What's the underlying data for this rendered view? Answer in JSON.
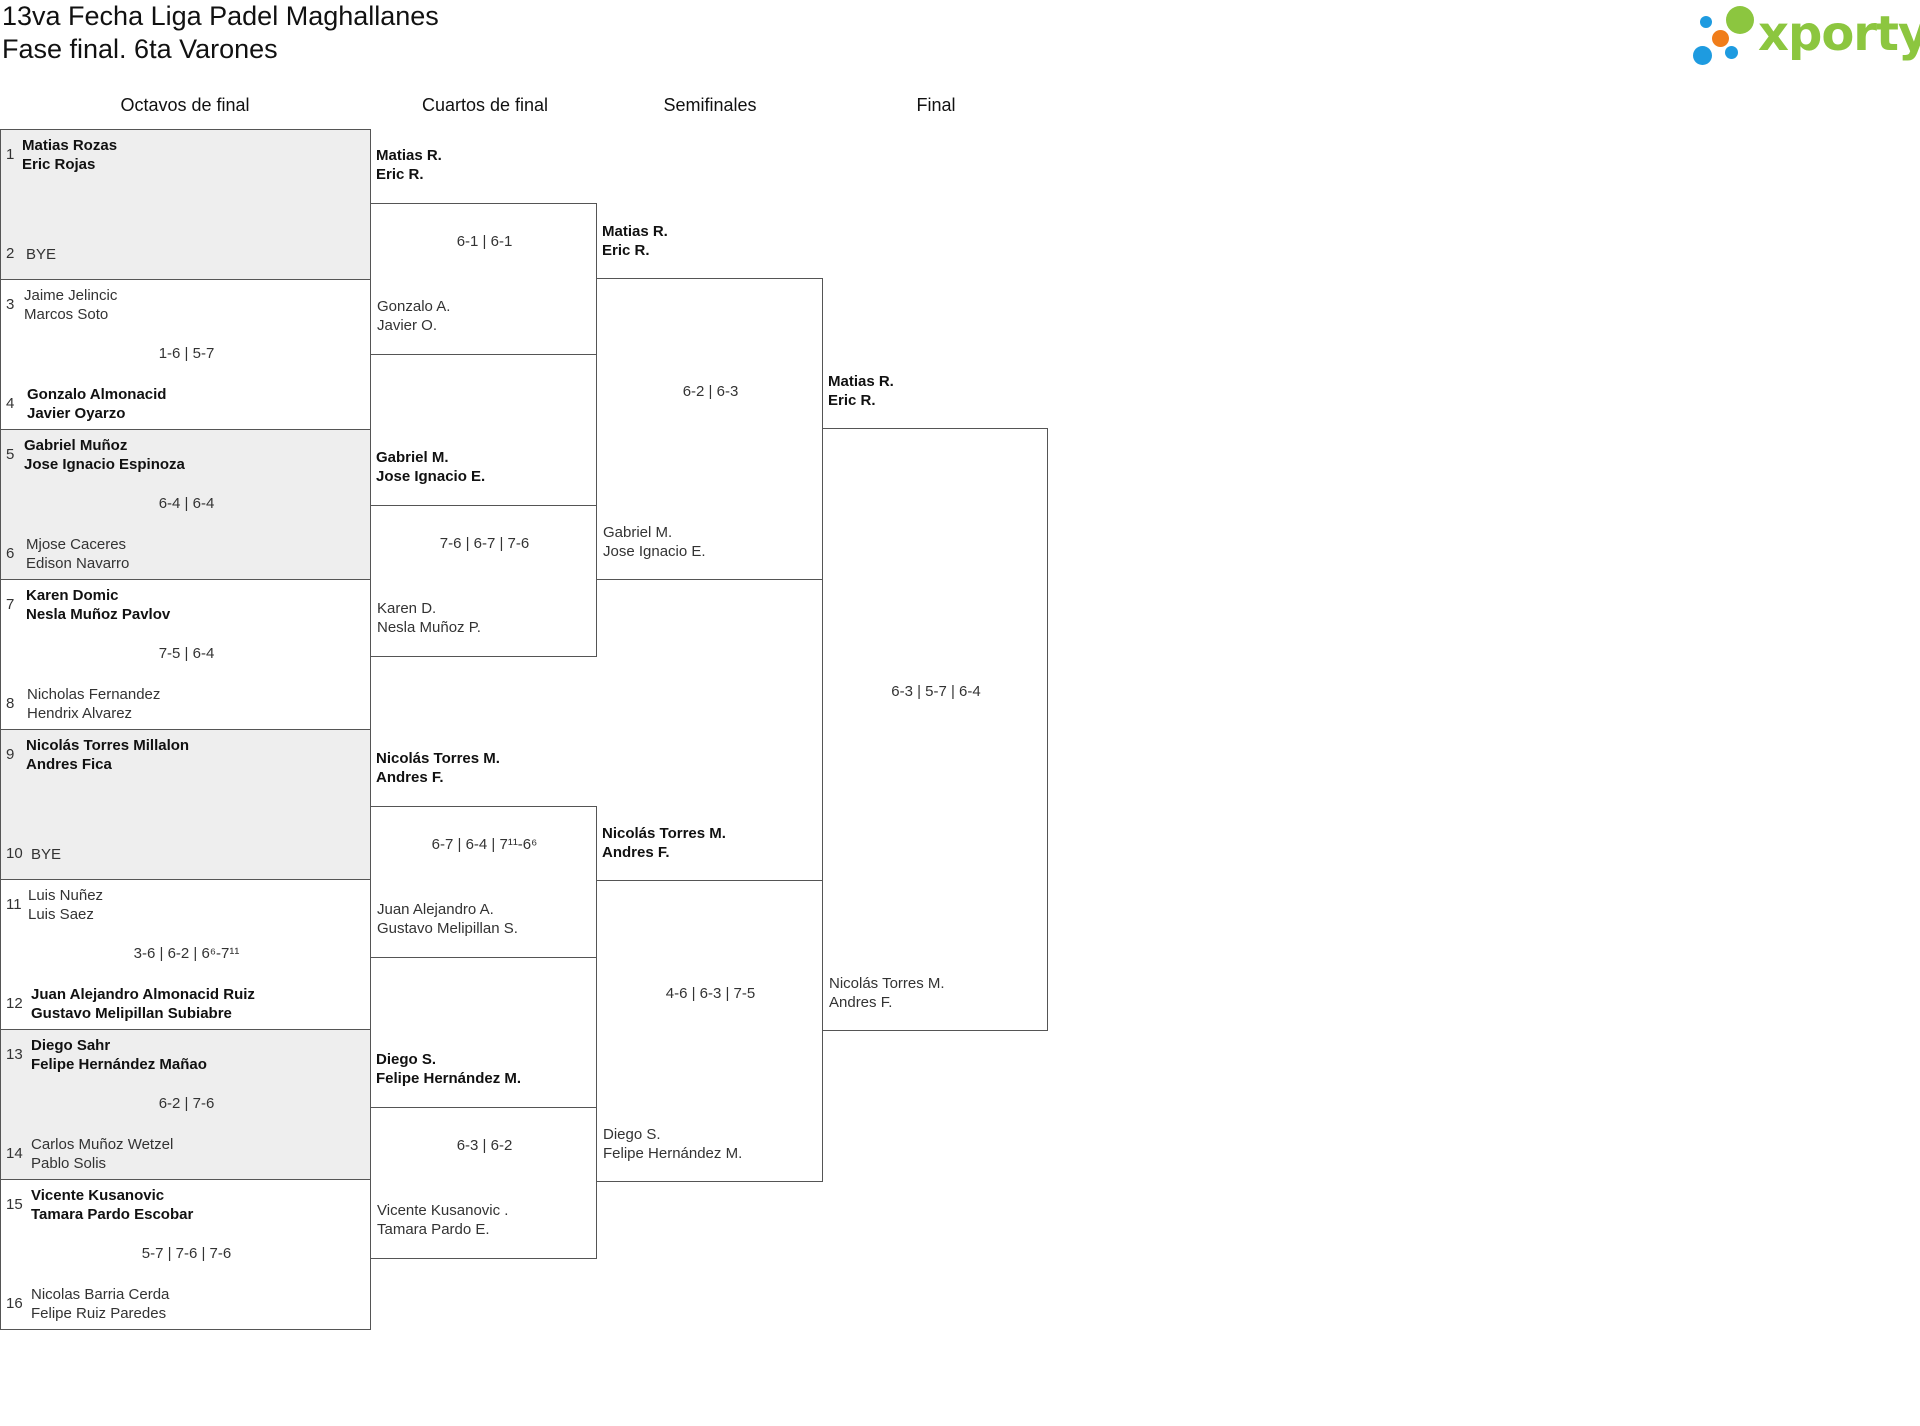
{
  "header": {
    "title_line1": "13va Fecha Liga Padel Maghallanes",
    "title_line2": "Fase final. 6ta Varones",
    "logo_text": "xporty"
  },
  "rounds": [
    "Octavos de final",
    "Cuartos de final",
    "Semifinales",
    "Final"
  ],
  "octavos": [
    {
      "shaded": true,
      "seed_a": "1",
      "team_a": [
        "Matias Rozas",
        "Eric Rojas"
      ],
      "a_win": true,
      "seed_b": "2",
      "team_b": [
        "BYE"
      ],
      "b_win": false,
      "score": ""
    },
    {
      "shaded": false,
      "seed_a": "3",
      "team_a": [
        "Jaime Jelincic",
        "Marcos Soto"
      ],
      "a_win": false,
      "seed_b": "4",
      "team_b": [
        "Gonzalo Almonacid",
        "Javier Oyarzo"
      ],
      "b_win": true,
      "score": "1-6 | 5-7"
    },
    {
      "shaded": true,
      "seed_a": "5",
      "team_a": [
        "Gabriel Muñoz",
        "Jose Ignacio Espinoza"
      ],
      "a_win": true,
      "seed_b": "6",
      "team_b": [
        "Mjose Caceres",
        "Edison Navarro"
      ],
      "b_win": false,
      "score": "6-4 | 6-4"
    },
    {
      "shaded": false,
      "seed_a": "7",
      "team_a": [
        "Karen Domic",
        "Nesla Muñoz Pavlov"
      ],
      "a_win": true,
      "seed_b": "8",
      "team_b": [
        "Nicholas Fernandez",
        "Hendrix Alvarez"
      ],
      "b_win": false,
      "score": "7-5 | 6-4"
    },
    {
      "shaded": true,
      "seed_a": "9",
      "team_a": [
        "Nicolás Torres Millalon",
        "Andres Fica"
      ],
      "a_win": true,
      "seed_b": "10",
      "team_b": [
        "BYE"
      ],
      "b_win": false,
      "score": ""
    },
    {
      "shaded": false,
      "seed_a": "11",
      "team_a": [
        "Luis Nuñez",
        "Luis Saez"
      ],
      "a_win": false,
      "seed_b": "12",
      "team_b": [
        "Juan Alejandro Almonacid Ruiz",
        "Gustavo Melipillan Subiabre"
      ],
      "b_win": true,
      "score": "3-6 | 6-2 | 6⁶-7¹¹"
    },
    {
      "shaded": true,
      "seed_a": "13",
      "team_a": [
        "Diego Sahr",
        "Felipe Hernández Mañao"
      ],
      "a_win": true,
      "seed_b": "14",
      "team_b": [
        "Carlos Muñoz Wetzel",
        "Pablo Solis"
      ],
      "b_win": false,
      "score": "6-2 | 7-6"
    },
    {
      "shaded": false,
      "seed_a": "15",
      "team_a": [
        "Vicente Kusanovic",
        "Tamara Pardo Escobar"
      ],
      "a_win": true,
      "seed_b": "16",
      "team_b": [
        "Nicolas Barria Cerda",
        "Felipe Ruiz Paredes"
      ],
      "b_win": false,
      "score": "5-7 | 7-6 | 7-6"
    }
  ],
  "cuartos": [
    {
      "team_a": [
        "Matias R.",
        "Eric R."
      ],
      "a_win": true,
      "team_b": [
        "Gonzalo A.",
        "Javier O."
      ],
      "b_win": false,
      "score": "6-1 | 6-1"
    },
    {
      "team_a": [
        "Gabriel M.",
        "Jose Ignacio E."
      ],
      "a_win": true,
      "team_b": [
        "Karen D.",
        "Nesla Muñoz P."
      ],
      "b_win": false,
      "score": "7-6 | 6-7 | 7-6"
    },
    {
      "team_a": [
        "Nicolás Torres M.",
        "Andres F."
      ],
      "a_win": true,
      "team_b": [
        "Juan Alejandro A.",
        "Gustavo Melipillan S."
      ],
      "b_win": false,
      "score": "6-7 | 6-4 | 7¹¹-6⁶"
    },
    {
      "team_a": [
        "Diego S.",
        "Felipe Hernández M."
      ],
      "a_win": true,
      "team_b": [
        "Vicente Kusanovic .",
        "Tamara Pardo E."
      ],
      "b_win": false,
      "score": "6-3 | 6-2"
    }
  ],
  "semis": [
    {
      "team_a": [
        "Matias R.",
        "Eric R."
      ],
      "a_win": true,
      "team_b": [
        "Gabriel M.",
        "Jose Ignacio E."
      ],
      "b_win": false,
      "score": "6-2 | 6-3"
    },
    {
      "team_a": [
        "Nicolás Torres M.",
        "Andres F."
      ],
      "a_win": true,
      "team_b": [
        "Diego S.",
        "Felipe Hernández M."
      ],
      "b_win": false,
      "score": "4-6 | 6-3 | 7-5"
    }
  ],
  "final": [
    {
      "team_a": [
        "Matias R.",
        "Eric R."
      ],
      "a_win": true,
      "team_b": [
        "Nicolás Torres M.",
        "Andres F."
      ],
      "b_win": false,
      "score": "6-3 | 5-7 | 6-4"
    }
  ],
  "colors": {
    "logo_green": "#8cc63f",
    "logo_blue": "#1e9be0",
    "logo_orange": "#f07d1a",
    "shade": "#eeeeee"
  }
}
